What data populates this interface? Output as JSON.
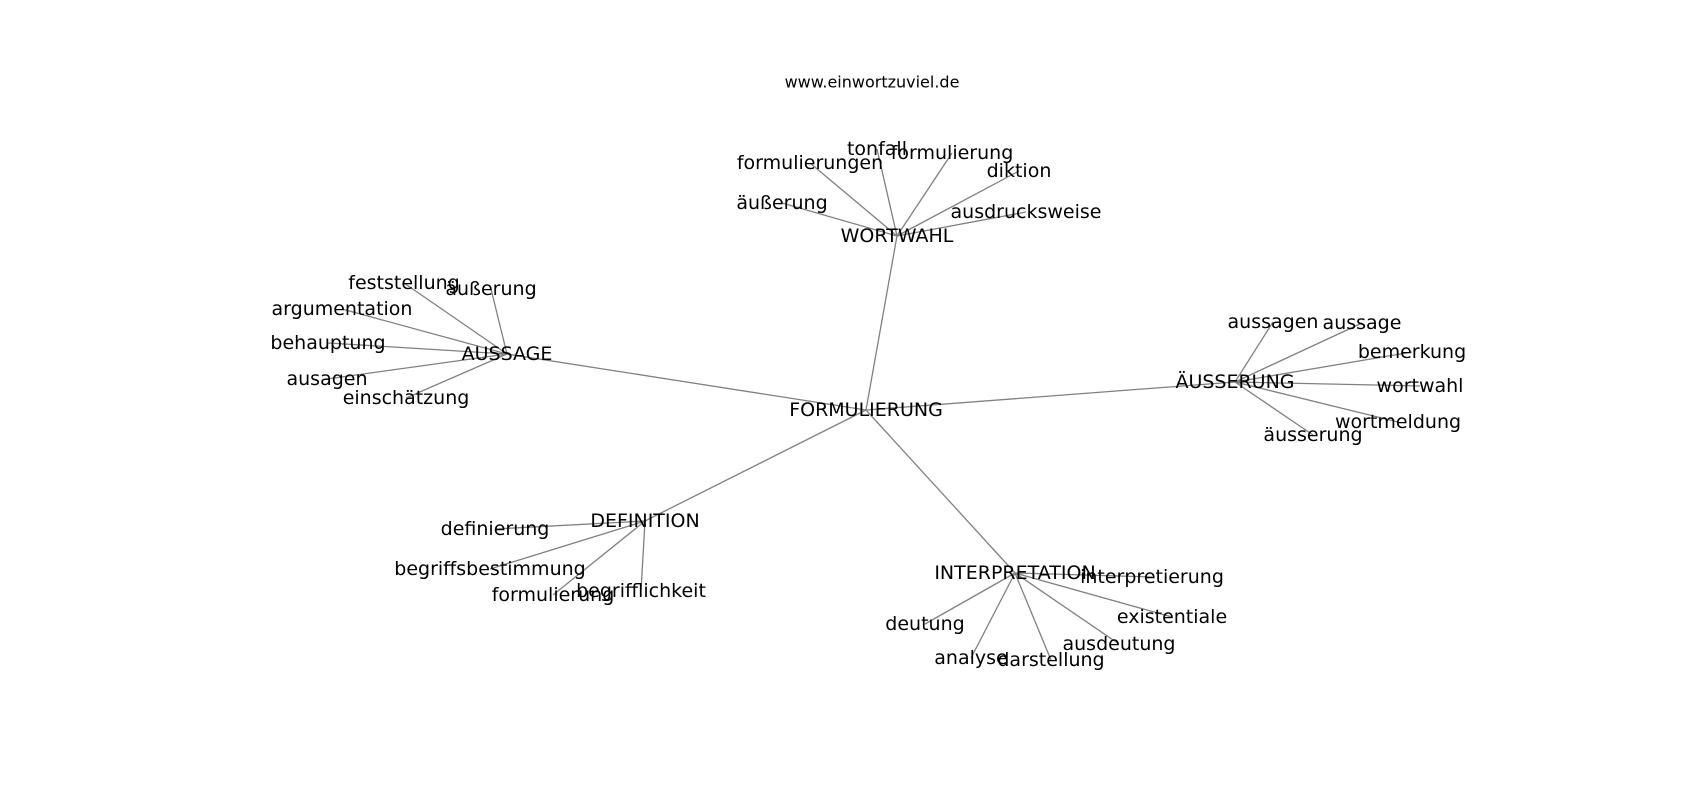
{
  "source_url": "www.einwortzuviel.de",
  "root": "FORMULIERUNG",
  "clusters": [
    {
      "label": "WORTWAHL",
      "leaves": [
        "formulierungen",
        "tonfall",
        "formulierung",
        "diktion",
        "äußerung",
        "ausdrucksweise"
      ]
    },
    {
      "label": "AUSSAGE",
      "leaves": [
        "feststellung",
        "äußerung",
        "argumentation",
        "behauptung",
        "ausagen",
        "einschätzung"
      ]
    },
    {
      "label": "ÄUSSERUNG",
      "leaves": [
        "aussagen",
        "aussage",
        "bemerkung",
        "wortwahl",
        "wortmeldung",
        "äusserung"
      ]
    },
    {
      "label": "DEFINITION",
      "leaves": [
        "definierung",
        "begriffsbestimmung",
        "formulierung",
        "begrifflichkeit"
      ]
    },
    {
      "label": "INTERPRETATION",
      "leaves": [
        "interpretierung",
        "existentiale",
        "ausdeutung",
        "darstellung",
        "analyse",
        "deutung"
      ]
    }
  ]
}
